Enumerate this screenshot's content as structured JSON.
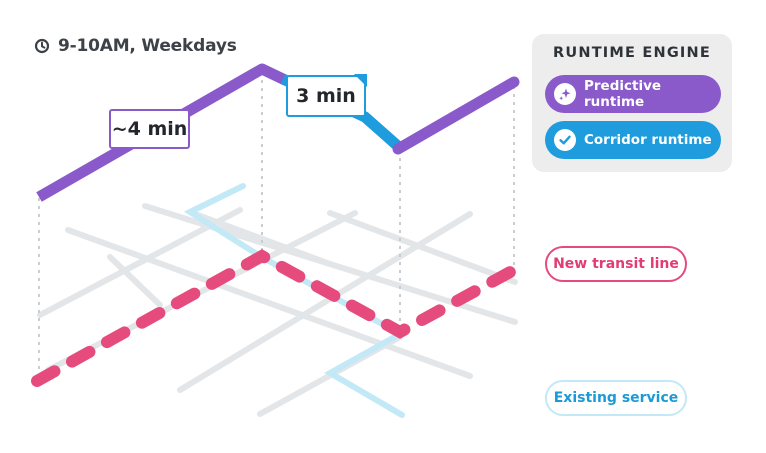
{
  "header": {
    "time_range": "9-10AM, Weekdays",
    "icon": "clock-icon"
  },
  "runtime_engine": {
    "title": "RUNTIME ENGINE",
    "options": [
      {
        "label": "Predictive runtime",
        "icon": "sparkle-icon",
        "color": "#8a5acb"
      },
      {
        "label": "Corridor runtime",
        "icon": "checkmark-icon",
        "color": "#1e9cdd"
      }
    ]
  },
  "legend": {
    "new_transit_line": {
      "label": "New transit line",
      "color": "#e64b7e"
    },
    "existing_service": {
      "label": "Existing service",
      "color": "#c3e9f7"
    }
  },
  "segments": {
    "predictive": {
      "label": "~4 min",
      "color": "#8a5acb"
    },
    "corridor": {
      "label": "3 min",
      "color": "#1e9cdd"
    }
  },
  "colors": {
    "street_grid": "#e3e6e8",
    "drop_lines": "#c9ccd0"
  }
}
